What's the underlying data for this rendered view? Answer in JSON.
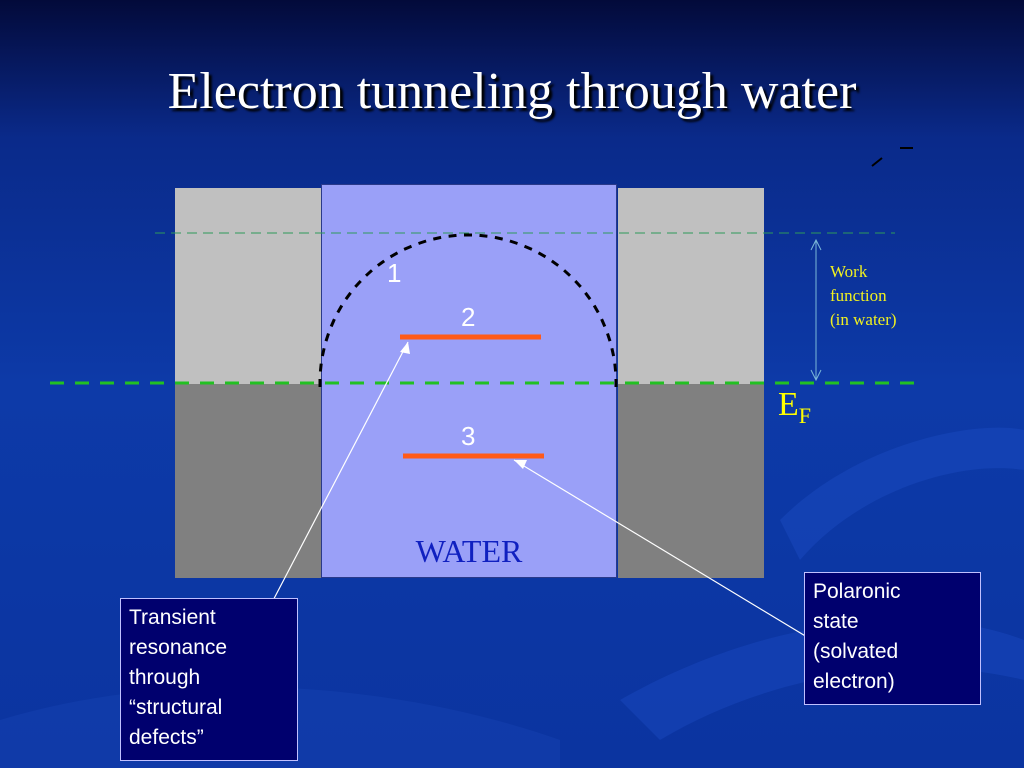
{
  "slide": {
    "title": "Electron tunneling through water"
  },
  "diagram": {
    "levels": [
      {
        "id": "1",
        "label": "1"
      },
      {
        "id": "2",
        "label": "2"
      },
      {
        "id": "3",
        "label": "3"
      }
    ],
    "water_label": "WATER",
    "work_function_label": [
      "Work",
      "function",
      "(in water)"
    ],
    "fermi_label": "E",
    "fermi_subscript": "F",
    "callouts": {
      "transient": [
        "Transient",
        "resonance",
        "through",
        "“structural",
        "defects”"
      ],
      "polaronic": [
        "Polaronic",
        "state",
        "(solvated",
        "electron)"
      ]
    }
  },
  "colors": {
    "background": "#0d3aa8",
    "metal_upper": "#c0c0c0",
    "metal_lower": "#808080",
    "water": "#9aa0f8",
    "level_bar": "#ff5a1a",
    "fermi_line": "#22c022",
    "annotation": "#ffff00"
  }
}
